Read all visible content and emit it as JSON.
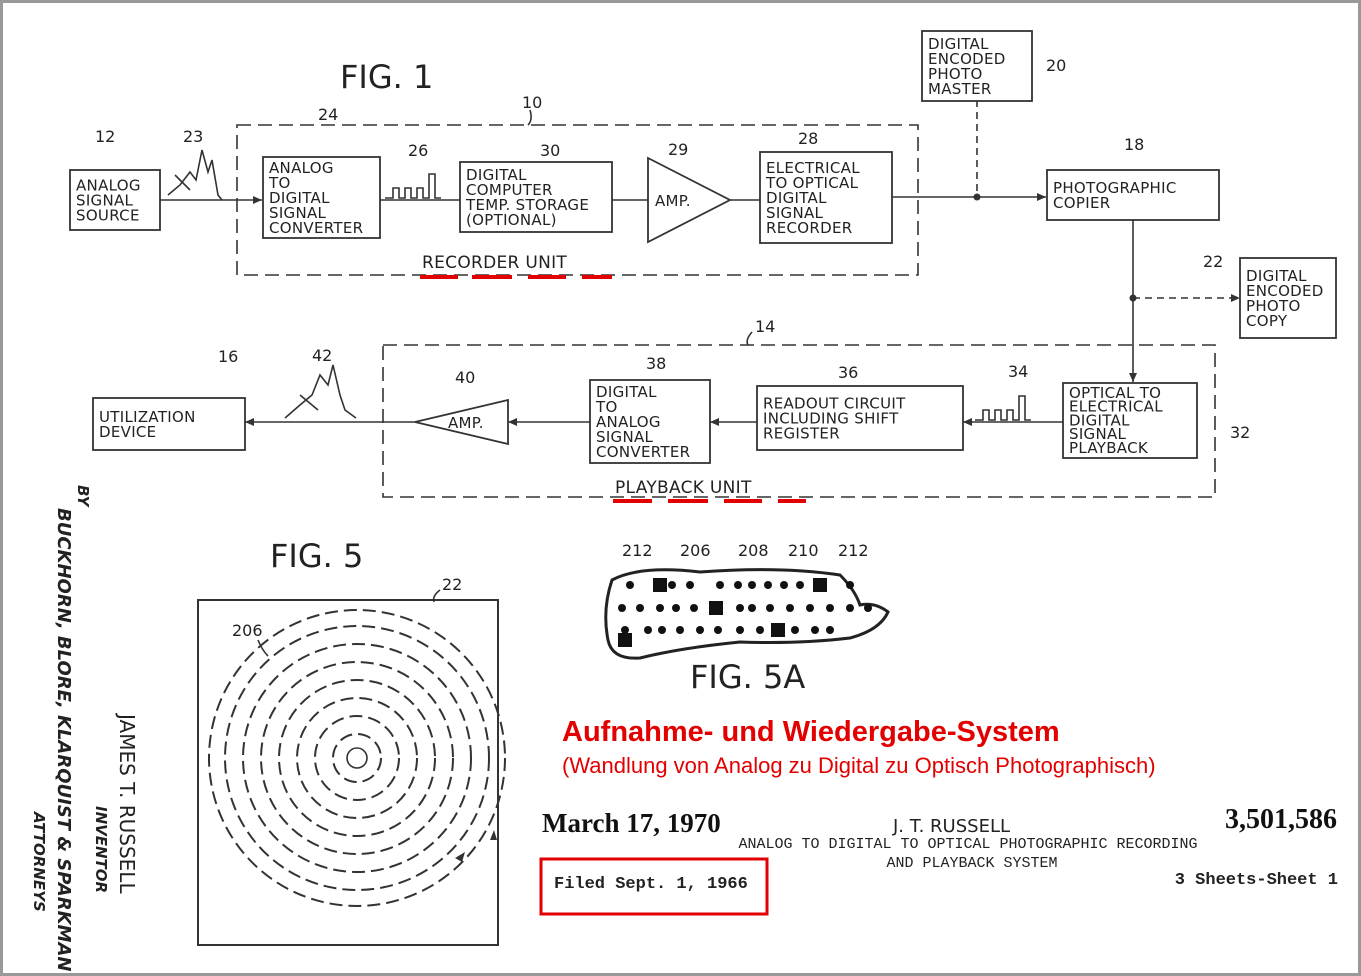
{
  "fig1": {
    "title": "FIG. 1",
    "recorder_unit": {
      "ref": "10",
      "label": "RECORDER UNIT"
    },
    "playback_unit": {
      "ref": "14",
      "label": "PLAYBACK UNIT"
    },
    "blocks": [
      {
        "id": "analog_source",
        "ref": "12",
        "lines": [
          "ANALOG",
          "SIGNAL",
          "SOURCE"
        ]
      },
      {
        "id": "adc",
        "ref": "24",
        "lines": [
          "ANALOG",
          "TO",
          "DIGITAL",
          "SIGNAL",
          "CONVERTER"
        ]
      },
      {
        "id": "computer",
        "ref": "30",
        "lines": [
          "DIGITAL",
          "COMPUTER",
          "TEMP. STORAGE",
          "(OPTIONAL)"
        ]
      },
      {
        "id": "amp_rec",
        "ref": "29",
        "lines": [
          "AMP."
        ]
      },
      {
        "id": "recorder",
        "ref": "28",
        "lines": [
          "ELECTRICAL",
          "TO OPTICAL",
          "DIGITAL",
          "SIGNAL",
          "RECORDER"
        ]
      },
      {
        "id": "master",
        "ref": "20",
        "lines": [
          "DIGITAL",
          "ENCODED",
          "PHOTO",
          "MASTER"
        ]
      },
      {
        "id": "copier",
        "ref": "18",
        "lines": [
          "PHOTOGRAPHIC",
          "COPIER"
        ]
      },
      {
        "id": "copy",
        "ref": "22",
        "lines": [
          "DIGITAL",
          "ENCODED",
          "PHOTO",
          "COPY"
        ]
      },
      {
        "id": "playback",
        "ref": "32",
        "lines": [
          "OPTICAL  TO",
          "ELECTRICAL",
          "DIGITAL",
          "SIGNAL",
          "PLAYBACK"
        ]
      },
      {
        "id": "readout",
        "ref": "36",
        "lines": [
          "READOUT CIRCUIT",
          "INCLUDING SHIFT",
          "REGISTER"
        ]
      },
      {
        "id": "dac",
        "ref": "38",
        "lines": [
          "DIGITAL",
          "TO",
          "ANALOG",
          "SIGNAL",
          "CONVERTER"
        ]
      },
      {
        "id": "amp_play",
        "ref": "40",
        "lines": [
          "AMP."
        ]
      },
      {
        "id": "utilization",
        "ref": "16",
        "lines": [
          "UTILIZATION",
          "DEVICE"
        ]
      }
    ],
    "signal_refs": {
      "analog_in": "23",
      "digital_in": "26",
      "digital_out": "34",
      "analog_out": "42"
    }
  },
  "fig5": {
    "title": "FIG. 5",
    "ref_plate": "22",
    "ref_track": "206"
  },
  "fig5a": {
    "title": "FIG. 5A",
    "refs": [
      "212",
      "206",
      "208",
      "210",
      "212"
    ]
  },
  "caption": {
    "title": "Aufnahme- und Wiedergabe-System",
    "subtitle": "(Wandlung von Analog zu Digital zu Optisch Photographisch)",
    "accent_color": "#e20000"
  },
  "header": {
    "date": "March 17, 1970",
    "inventor": "J. T. RUSSELL",
    "patent_number": "3,501,586",
    "title_line1": "ANALOG TO DIGITAL TO OPTICAL PHOTOGRAPHIC RECORDING",
    "title_line2": "AND PLAYBACK SYSTEM",
    "filed": "Filed Sept. 1, 1966",
    "sheets": "3 Sheets-Sheet  1"
  },
  "signature": {
    "inventor_name": "JAMES T. RUSSELL",
    "inventor_role": "INVENTOR",
    "by": "BY",
    "attorneys_name": "BUCKHORN, BLORE, KLARQUIST & SPARKMAN",
    "attorneys_role": "ATTORNEYS"
  }
}
